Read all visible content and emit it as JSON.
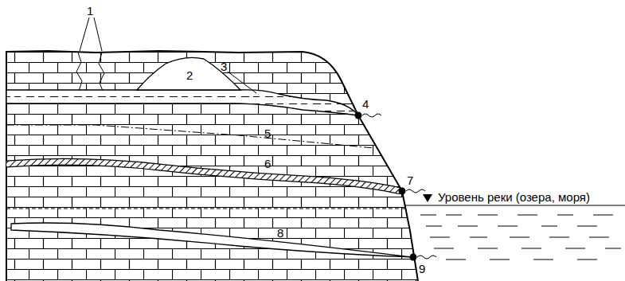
{
  "diagram": {
    "labels": [
      "1",
      "2",
      "3",
      "4",
      "5",
      "6",
      "7",
      "8",
      "9",
      "Уровень реки (озера, моря)"
    ]
  }
}
